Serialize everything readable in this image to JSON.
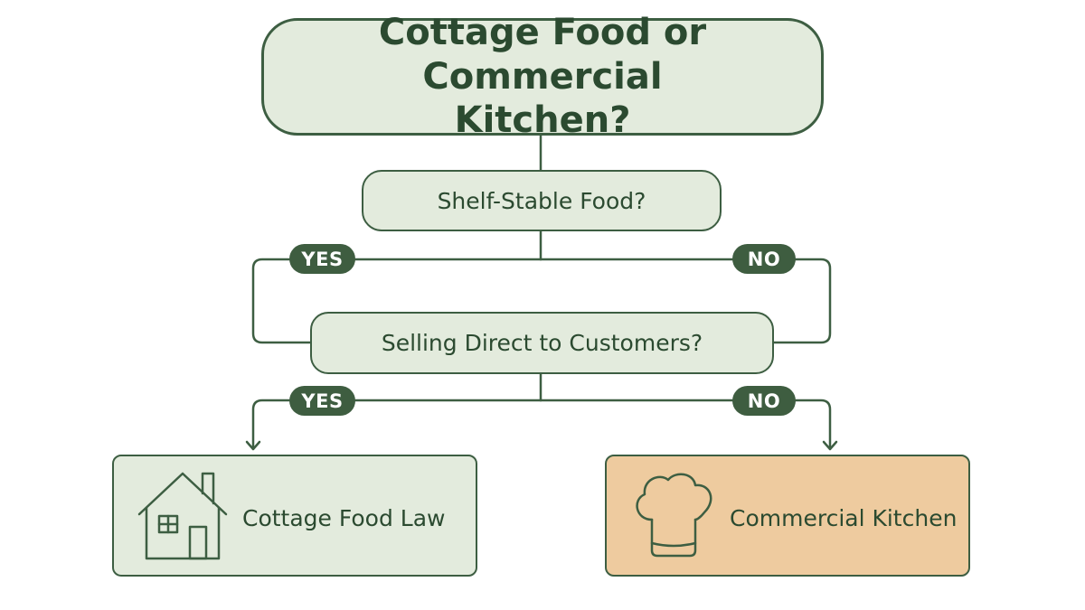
{
  "title": "Cottage Food or Commercial Kitchen?",
  "question_1": "Shelf-Stable Food?",
  "question_2": "Selling Direct to Customers?",
  "branches": {
    "q1_yes": "YES",
    "q1_no": "NO",
    "q2_yes": "YES",
    "q2_no": "NO"
  },
  "results": {
    "cottage": {
      "label": "Cottage Food Law",
      "icon": "house-icon"
    },
    "commercial": {
      "label": "Commercial Kitchen",
      "icon": "chef-hat-icon"
    }
  },
  "colors": {
    "line": "#3d5e42",
    "node_fill": "#e3ebdd",
    "commercial_fill": "#eecb9f",
    "badge_fill": "#3e5d40"
  }
}
